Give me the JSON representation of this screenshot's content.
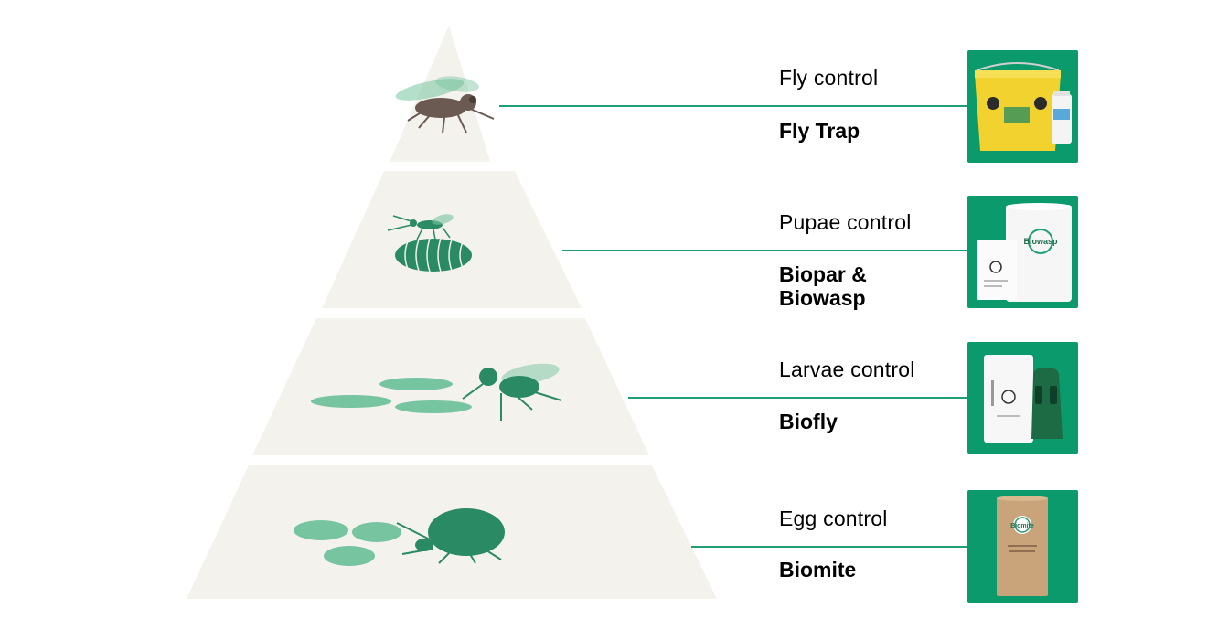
{
  "colors": {
    "pyramid_fill": "#f4f2ec",
    "accent_green": "#0a9a6b",
    "line_green": "#1f9e72",
    "insect_green": "#2a8a63",
    "insect_light": "#76c4a0",
    "fly_brown": "#6b5a52",
    "text": "#3a3a3a"
  },
  "tiers": [
    {
      "label": "Fly control",
      "product": "Fly Trap",
      "illustration": "housefly-icon",
      "thumbnail": "fly-trap-bucket-icon"
    },
    {
      "label": "Pupae control",
      "product": "Biopar & Biowasp",
      "illustration": "wasp-on-pupa-icon",
      "thumbnail": "biowasp-pack-icon",
      "pack_text": "Biowasp"
    },
    {
      "label": "Larvae control",
      "product": "Biofly",
      "illustration": "larvae-and-fly-icon",
      "thumbnail": "biofly-pack-icon"
    },
    {
      "label": "Egg control",
      "product": "Biomite",
      "illustration": "mite-and-eggs-icon",
      "thumbnail": "biomite-tube-icon",
      "pack_text": "Biomite"
    }
  ]
}
